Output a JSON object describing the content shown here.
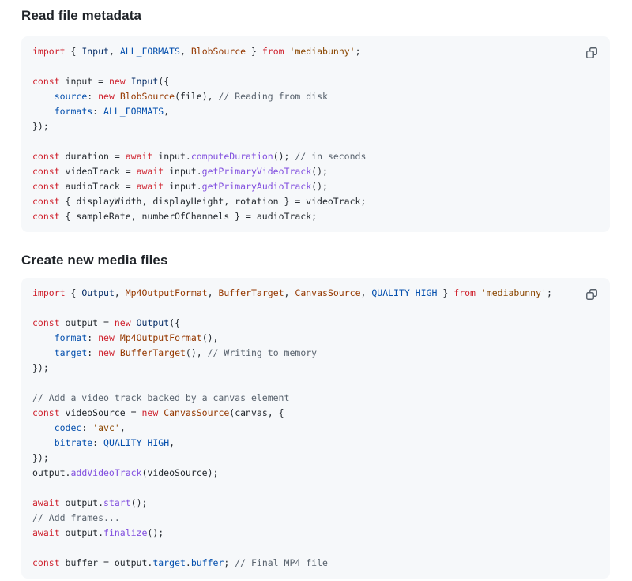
{
  "colors": {
    "k": "#cf222e",
    "f": "#8250df",
    "c": "#0550ae",
    "t": "#0a3069",
    "v": "#953800",
    "s": "#8a4600",
    "m": "#59636e",
    "d": "#24292f",
    "code_bg": "#f6f8fa",
    "heading": "#1f2328",
    "icon": "#57606a",
    "page_bg": "#ffffff"
  },
  "icons": {
    "copy": "copy-icon"
  },
  "sections": [
    {
      "heading": "Read file metadata",
      "code": [
        [
          [
            "k",
            "import"
          ],
          [
            "d",
            " { "
          ],
          [
            "t",
            "Input"
          ],
          [
            "d",
            ", "
          ],
          [
            "c",
            "ALL_FORMATS"
          ],
          [
            "d",
            ", "
          ],
          [
            "v",
            "BlobSource"
          ],
          [
            "d",
            " } "
          ],
          [
            "k",
            "from"
          ],
          [
            "d",
            " "
          ],
          [
            "s",
            "'mediabunny'"
          ],
          [
            "d",
            ";"
          ]
        ],
        [],
        [
          [
            "k",
            "const"
          ],
          [
            "d",
            " input = "
          ],
          [
            "k",
            "new"
          ],
          [
            "d",
            " "
          ],
          [
            "t",
            "Input"
          ],
          [
            "d",
            "({"
          ]
        ],
        [
          [
            "d",
            "    "
          ],
          [
            "c",
            "source"
          ],
          [
            "d",
            ": "
          ],
          [
            "k",
            "new"
          ],
          [
            "d",
            " "
          ],
          [
            "v",
            "BlobSource"
          ],
          [
            "d",
            "(file), "
          ],
          [
            "m",
            "// Reading from disk"
          ]
        ],
        [
          [
            "d",
            "    "
          ],
          [
            "c",
            "formats"
          ],
          [
            "d",
            ": "
          ],
          [
            "c",
            "ALL_FORMATS"
          ],
          [
            "d",
            ","
          ]
        ],
        [
          [
            "d",
            "});"
          ]
        ],
        [],
        [
          [
            "k",
            "const"
          ],
          [
            "d",
            " duration = "
          ],
          [
            "k",
            "await"
          ],
          [
            "d",
            " input."
          ],
          [
            "f",
            "computeDuration"
          ],
          [
            "d",
            "(); "
          ],
          [
            "m",
            "// in seconds"
          ]
        ],
        [
          [
            "k",
            "const"
          ],
          [
            "d",
            " videoTrack = "
          ],
          [
            "k",
            "await"
          ],
          [
            "d",
            " input."
          ],
          [
            "f",
            "getPrimaryVideoTrack"
          ],
          [
            "d",
            "();"
          ]
        ],
        [
          [
            "k",
            "const"
          ],
          [
            "d",
            " audioTrack = "
          ],
          [
            "k",
            "await"
          ],
          [
            "d",
            " input."
          ],
          [
            "f",
            "getPrimaryAudioTrack"
          ],
          [
            "d",
            "();"
          ]
        ],
        [
          [
            "k",
            "const"
          ],
          [
            "d",
            " { displayWidth, displayHeight, rotation } = videoTrack;"
          ]
        ],
        [
          [
            "k",
            "const"
          ],
          [
            "d",
            " { sampleRate, numberOfChannels } = audioTrack;"
          ]
        ]
      ]
    },
    {
      "heading": "Create new media files",
      "code": [
        [
          [
            "k",
            "import"
          ],
          [
            "d",
            " { "
          ],
          [
            "t",
            "Output"
          ],
          [
            "d",
            ", "
          ],
          [
            "v",
            "Mp4OutputFormat"
          ],
          [
            "d",
            ", "
          ],
          [
            "v",
            "BufferTarget"
          ],
          [
            "d",
            ", "
          ],
          [
            "v",
            "CanvasSource"
          ],
          [
            "d",
            ", "
          ],
          [
            "c",
            "QUALITY_HIGH"
          ],
          [
            "d",
            " } "
          ],
          [
            "k",
            "from"
          ],
          [
            "d",
            " "
          ],
          [
            "s",
            "'mediabunny'"
          ],
          [
            "d",
            ";"
          ]
        ],
        [],
        [
          [
            "k",
            "const"
          ],
          [
            "d",
            " output = "
          ],
          [
            "k",
            "new"
          ],
          [
            "d",
            " "
          ],
          [
            "t",
            "Output"
          ],
          [
            "d",
            "({"
          ]
        ],
        [
          [
            "d",
            "    "
          ],
          [
            "c",
            "format"
          ],
          [
            "d",
            ": "
          ],
          [
            "k",
            "new"
          ],
          [
            "d",
            " "
          ],
          [
            "v",
            "Mp4OutputFormat"
          ],
          [
            "d",
            "(),"
          ]
        ],
        [
          [
            "d",
            "    "
          ],
          [
            "c",
            "target"
          ],
          [
            "d",
            ": "
          ],
          [
            "k",
            "new"
          ],
          [
            "d",
            " "
          ],
          [
            "v",
            "BufferTarget"
          ],
          [
            "d",
            "(), "
          ],
          [
            "m",
            "// Writing to memory"
          ]
        ],
        [
          [
            "d",
            "});"
          ]
        ],
        [],
        [
          [
            "m",
            "// Add a video track backed by a canvas element"
          ]
        ],
        [
          [
            "k",
            "const"
          ],
          [
            "d",
            " videoSource = "
          ],
          [
            "k",
            "new"
          ],
          [
            "d",
            " "
          ],
          [
            "v",
            "CanvasSource"
          ],
          [
            "d",
            "(canvas, {"
          ]
        ],
        [
          [
            "d",
            "    "
          ],
          [
            "c",
            "codec"
          ],
          [
            "d",
            ": "
          ],
          [
            "s",
            "'avc'"
          ],
          [
            "d",
            ","
          ]
        ],
        [
          [
            "d",
            "    "
          ],
          [
            "c",
            "bitrate"
          ],
          [
            "d",
            ": "
          ],
          [
            "c",
            "QUALITY_HIGH"
          ],
          [
            "d",
            ","
          ]
        ],
        [
          [
            "d",
            "});"
          ]
        ],
        [
          [
            "d",
            "output."
          ],
          [
            "f",
            "addVideoTrack"
          ],
          [
            "d",
            "(videoSource);"
          ]
        ],
        [],
        [
          [
            "k",
            "await"
          ],
          [
            "d",
            " output."
          ],
          [
            "f",
            "start"
          ],
          [
            "d",
            "();"
          ]
        ],
        [
          [
            "m",
            "// Add frames..."
          ]
        ],
        [
          [
            "k",
            "await"
          ],
          [
            "d",
            " output."
          ],
          [
            "f",
            "finalize"
          ],
          [
            "d",
            "();"
          ]
        ],
        [],
        [
          [
            "k",
            "const"
          ],
          [
            "d",
            " buffer = output."
          ],
          [
            "c",
            "target"
          ],
          [
            "d",
            "."
          ],
          [
            "c",
            "buffer"
          ],
          [
            "d",
            "; "
          ],
          [
            "m",
            "// Final MP4 file"
          ]
        ]
      ]
    }
  ]
}
